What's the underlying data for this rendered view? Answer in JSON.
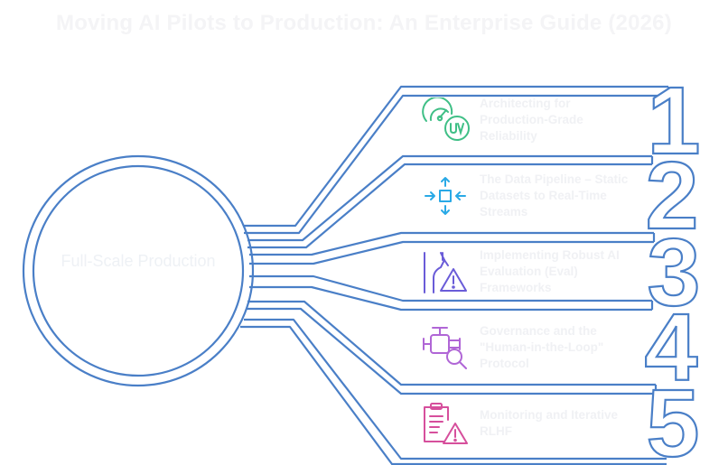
{
  "title": "Moving AI Pilots to Production: An Enterprise Guide (2026)",
  "hub": {
    "label": "Full-Scale Production"
  },
  "steps": [
    {
      "number": "1",
      "label": "Architecting for Production-Grade Reliability",
      "icon": "speedometer-uv-icon",
      "color": "#3fbf86"
    },
    {
      "number": "2",
      "label": "The Data Pipeline – Static Datasets to Real-Time Streams",
      "icon": "focus-arrows-icon",
      "color": "#29a9e6"
    },
    {
      "number": "3",
      "label": "Implementing Robust AI Evaluation (Eval) Frameworks",
      "icon": "road-warning-icon",
      "color": "#6a5cd8"
    },
    {
      "number": "4",
      "label": "Governance and the \"Human-in-the-Loop\" Protocol",
      "icon": "valve-search-icon",
      "color": "#b066d6"
    },
    {
      "number": "5",
      "label": "Monitoring and Iterative RLHF",
      "icon": "clipboard-warning-icon",
      "color": "#d64f9c"
    }
  ],
  "style": {
    "outline": "#4a7fc7",
    "background": "#ffffff"
  }
}
